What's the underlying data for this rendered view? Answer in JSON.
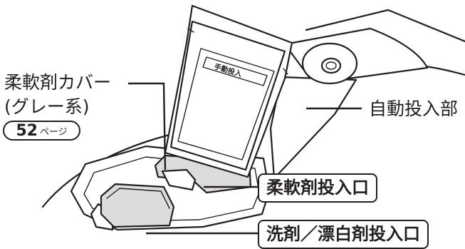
{
  "labels": {
    "softener_cover": "柔軟剤カバー",
    "softener_cover_color": "(グレー系)",
    "page_ref_number": "52",
    "page_ref_suffix": "ページ",
    "auto_dispenser": "自動投入部",
    "softener_inlet": "柔軟剤投入口",
    "detergent_inlet": "洗剤／漂白剤投入口"
  },
  "lid_inscription": "手動投入",
  "colors": {
    "line": "#231f20",
    "tray_fill": "#dcdcdc",
    "background": "#ffffff"
  }
}
